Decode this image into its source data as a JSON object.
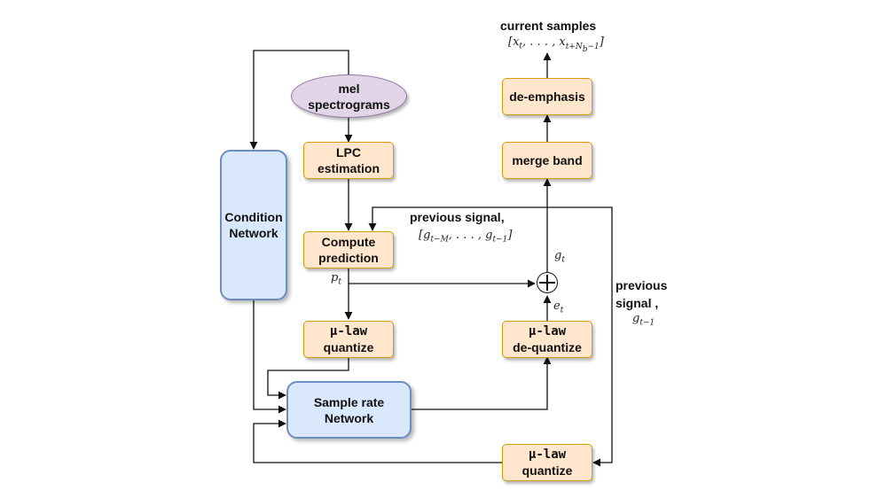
{
  "nodes": {
    "mel": "mel spectrograms",
    "lpc": "LPC estimation",
    "compute": "Compute prediction",
    "mulaw_quantize_top_prefix": "μ-law",
    "mulaw_quantize_top_suffix": "quantize",
    "condition": "Condition Network",
    "sample_rate": "Sample rate Network",
    "dequantize_prefix": "μ-law",
    "dequantize_suffix": "de-quantize",
    "merge_band": "merge band",
    "deemphasis": "de-emphasis",
    "mulaw_quantize_bottom_prefix": "μ-law",
    "mulaw_quantize_bottom_suffix": "quantize"
  },
  "labels": {
    "current_samples": "current samples",
    "previous_signal": "previous signal,",
    "previous_signal_right": "previous signal ,"
  },
  "math": {
    "x_prefix": "[x",
    "x_t": "t",
    "x_mid": ", . . . , x",
    "x_sub": "t+N",
    "x_sub_b": "b",
    "x_sub_end": "−1",
    "x_close": "]",
    "g_prefix": "[g",
    "g_sub_m": "t−M",
    "g_mid": ", . . . , g",
    "g_sub_1": "t−1",
    "g_close": "]",
    "g_t": "g",
    "g_t_sub": "t",
    "e_t": "e",
    "e_t_sub": "t",
    "p_t": "p",
    "p_t_sub": "t",
    "g_right": "g",
    "g_right_sub": "t−1"
  },
  "colors": {
    "orange_fill": "#ffe6cc",
    "orange_stroke": "#d79b00",
    "blue_fill": "#dae8fc",
    "blue_stroke": "#6c8ebf",
    "purple_fill": "#e1d5e7",
    "purple_stroke": "#9673a6"
  }
}
